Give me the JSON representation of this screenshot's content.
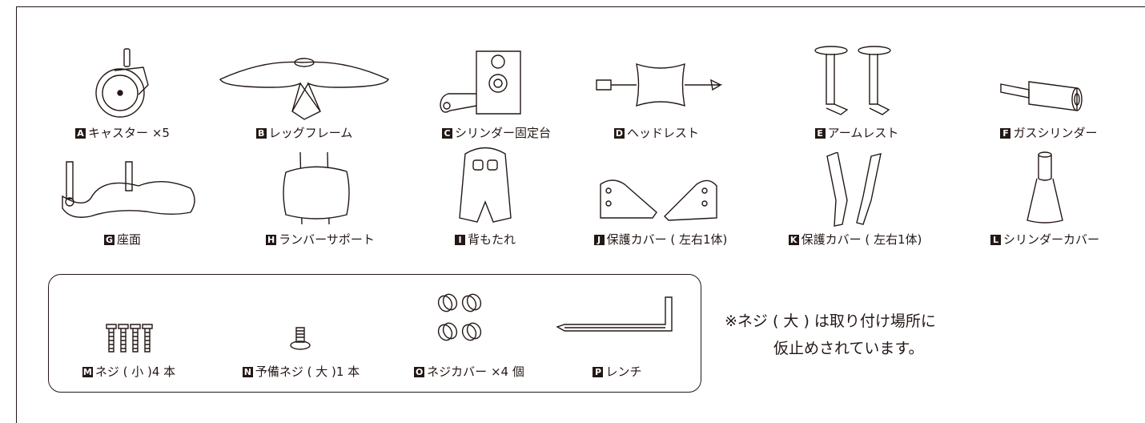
{
  "parts": [
    {
      "letter": "A",
      "label": "キャスター ×5",
      "icon": "caster-icon"
    },
    {
      "letter": "B",
      "label": "レッグフレーム",
      "icon": "leg-frame-icon"
    },
    {
      "letter": "C",
      "label": "シリンダー固定台",
      "icon": "cylinder-mount-icon"
    },
    {
      "letter": "D",
      "label": "ヘッドレスト",
      "icon": "headrest-icon"
    },
    {
      "letter": "E",
      "label": "アームレスト",
      "icon": "armrest-icon"
    },
    {
      "letter": "F",
      "label": "ガスシリンダー",
      "icon": "gas-cylinder-icon"
    },
    {
      "letter": "G",
      "label": "座面",
      "icon": "seat-icon"
    },
    {
      "letter": "H",
      "label": "ランバーサポート",
      "icon": "lumbar-support-icon"
    },
    {
      "letter": "I",
      "label": "背もたれ",
      "icon": "backrest-icon"
    },
    {
      "letter": "J",
      "label": "保護カバー ( 左右1体)",
      "icon": "protective-cover-icon"
    },
    {
      "letter": "K",
      "label": "保護カバー ( 左右1体)",
      "icon": "protective-cover-icon"
    },
    {
      "letter": "L",
      "label": "シリンダーカバー",
      "icon": "cylinder-cover-icon"
    }
  ],
  "small_parts": [
    {
      "letter": "M",
      "label": "ネジ ( 小 )4 本",
      "icon": "small-screws-icon"
    },
    {
      "letter": "N",
      "label": "予備ネジ ( 大 )1 本",
      "icon": "spare-screw-icon"
    },
    {
      "letter": "O",
      "label": "ネジカバー ×4 個",
      "icon": "screw-cap-icon"
    },
    {
      "letter": "P",
      "label": "レンチ",
      "icon": "hex-wrench-icon"
    }
  ],
  "note": {
    "line1": "※ネジ ( 大 ) は取り付け場所に",
    "line2": "仮止めされています。"
  }
}
